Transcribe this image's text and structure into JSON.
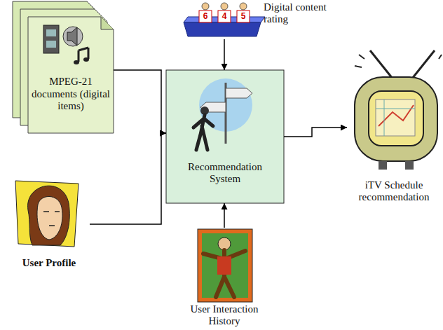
{
  "diagram": {
    "nodes": [
      {
        "text": [
          "MPEG-21 documents (digital items)"
        ]
      },
      {
        "text": [
          "Digital content rating"
        ]
      },
      {
        "text": [
          "Recommendation System"
        ]
      },
      {
        "text": [
          "iTV Schedule recommendation"
        ]
      },
      {
        "text": [
          "User Profile"
        ]
      },
      {
        "text": [
          "User Interaction History"
        ]
      }
    ],
    "edges": [
      {
        "from": 0,
        "to": 2,
        "arrow": "to"
      },
      {
        "from": 4,
        "to": 2,
        "arrow": "to"
      },
      {
        "from": 1,
        "to": 2,
        "arrow": "to"
      },
      {
        "from": 5,
        "to": 2,
        "arrow": "to"
      },
      {
        "from": 2,
        "to": 3,
        "arrow": "to"
      }
    ],
    "labels": [
      "6",
      "4",
      "5"
    ]
  }
}
